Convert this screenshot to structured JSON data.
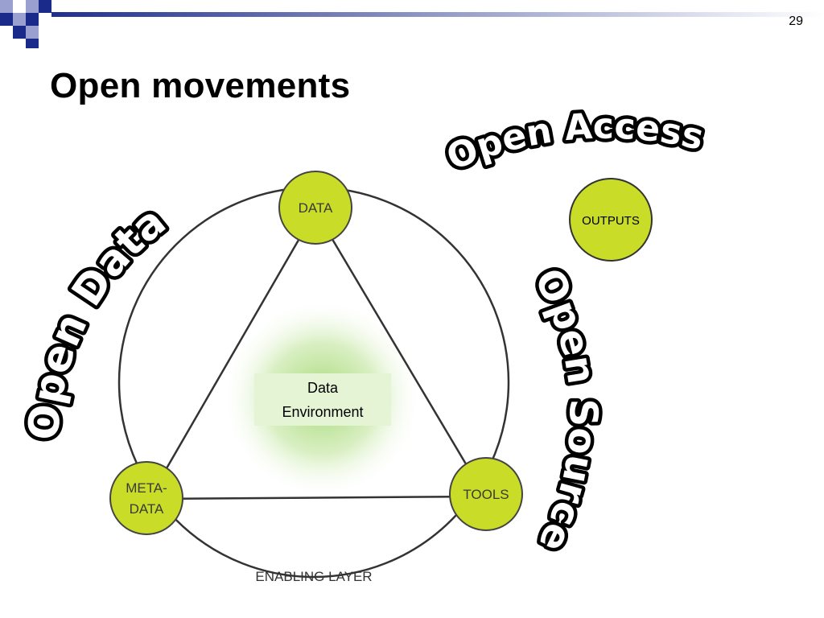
{
  "slide": {
    "page_number": "29",
    "title": "Open movements"
  },
  "diagram": {
    "nodes": {
      "data": "DATA",
      "metadata_line1": "META-",
      "metadata_line2": "DATA",
      "tools": "TOOLS",
      "outputs": "OUTPUTS"
    },
    "center_line1": "Data",
    "center_line2": "Environment",
    "enabling_layer": "ENABLING LAYER",
    "movements": {
      "open_data": "Open Data",
      "open_access": "Open Access",
      "open_source": "Open Source"
    }
  },
  "colors": {
    "node_fill": "#c8dc28",
    "header_bar": "#2a3a8a",
    "glow": "#a8d878"
  }
}
